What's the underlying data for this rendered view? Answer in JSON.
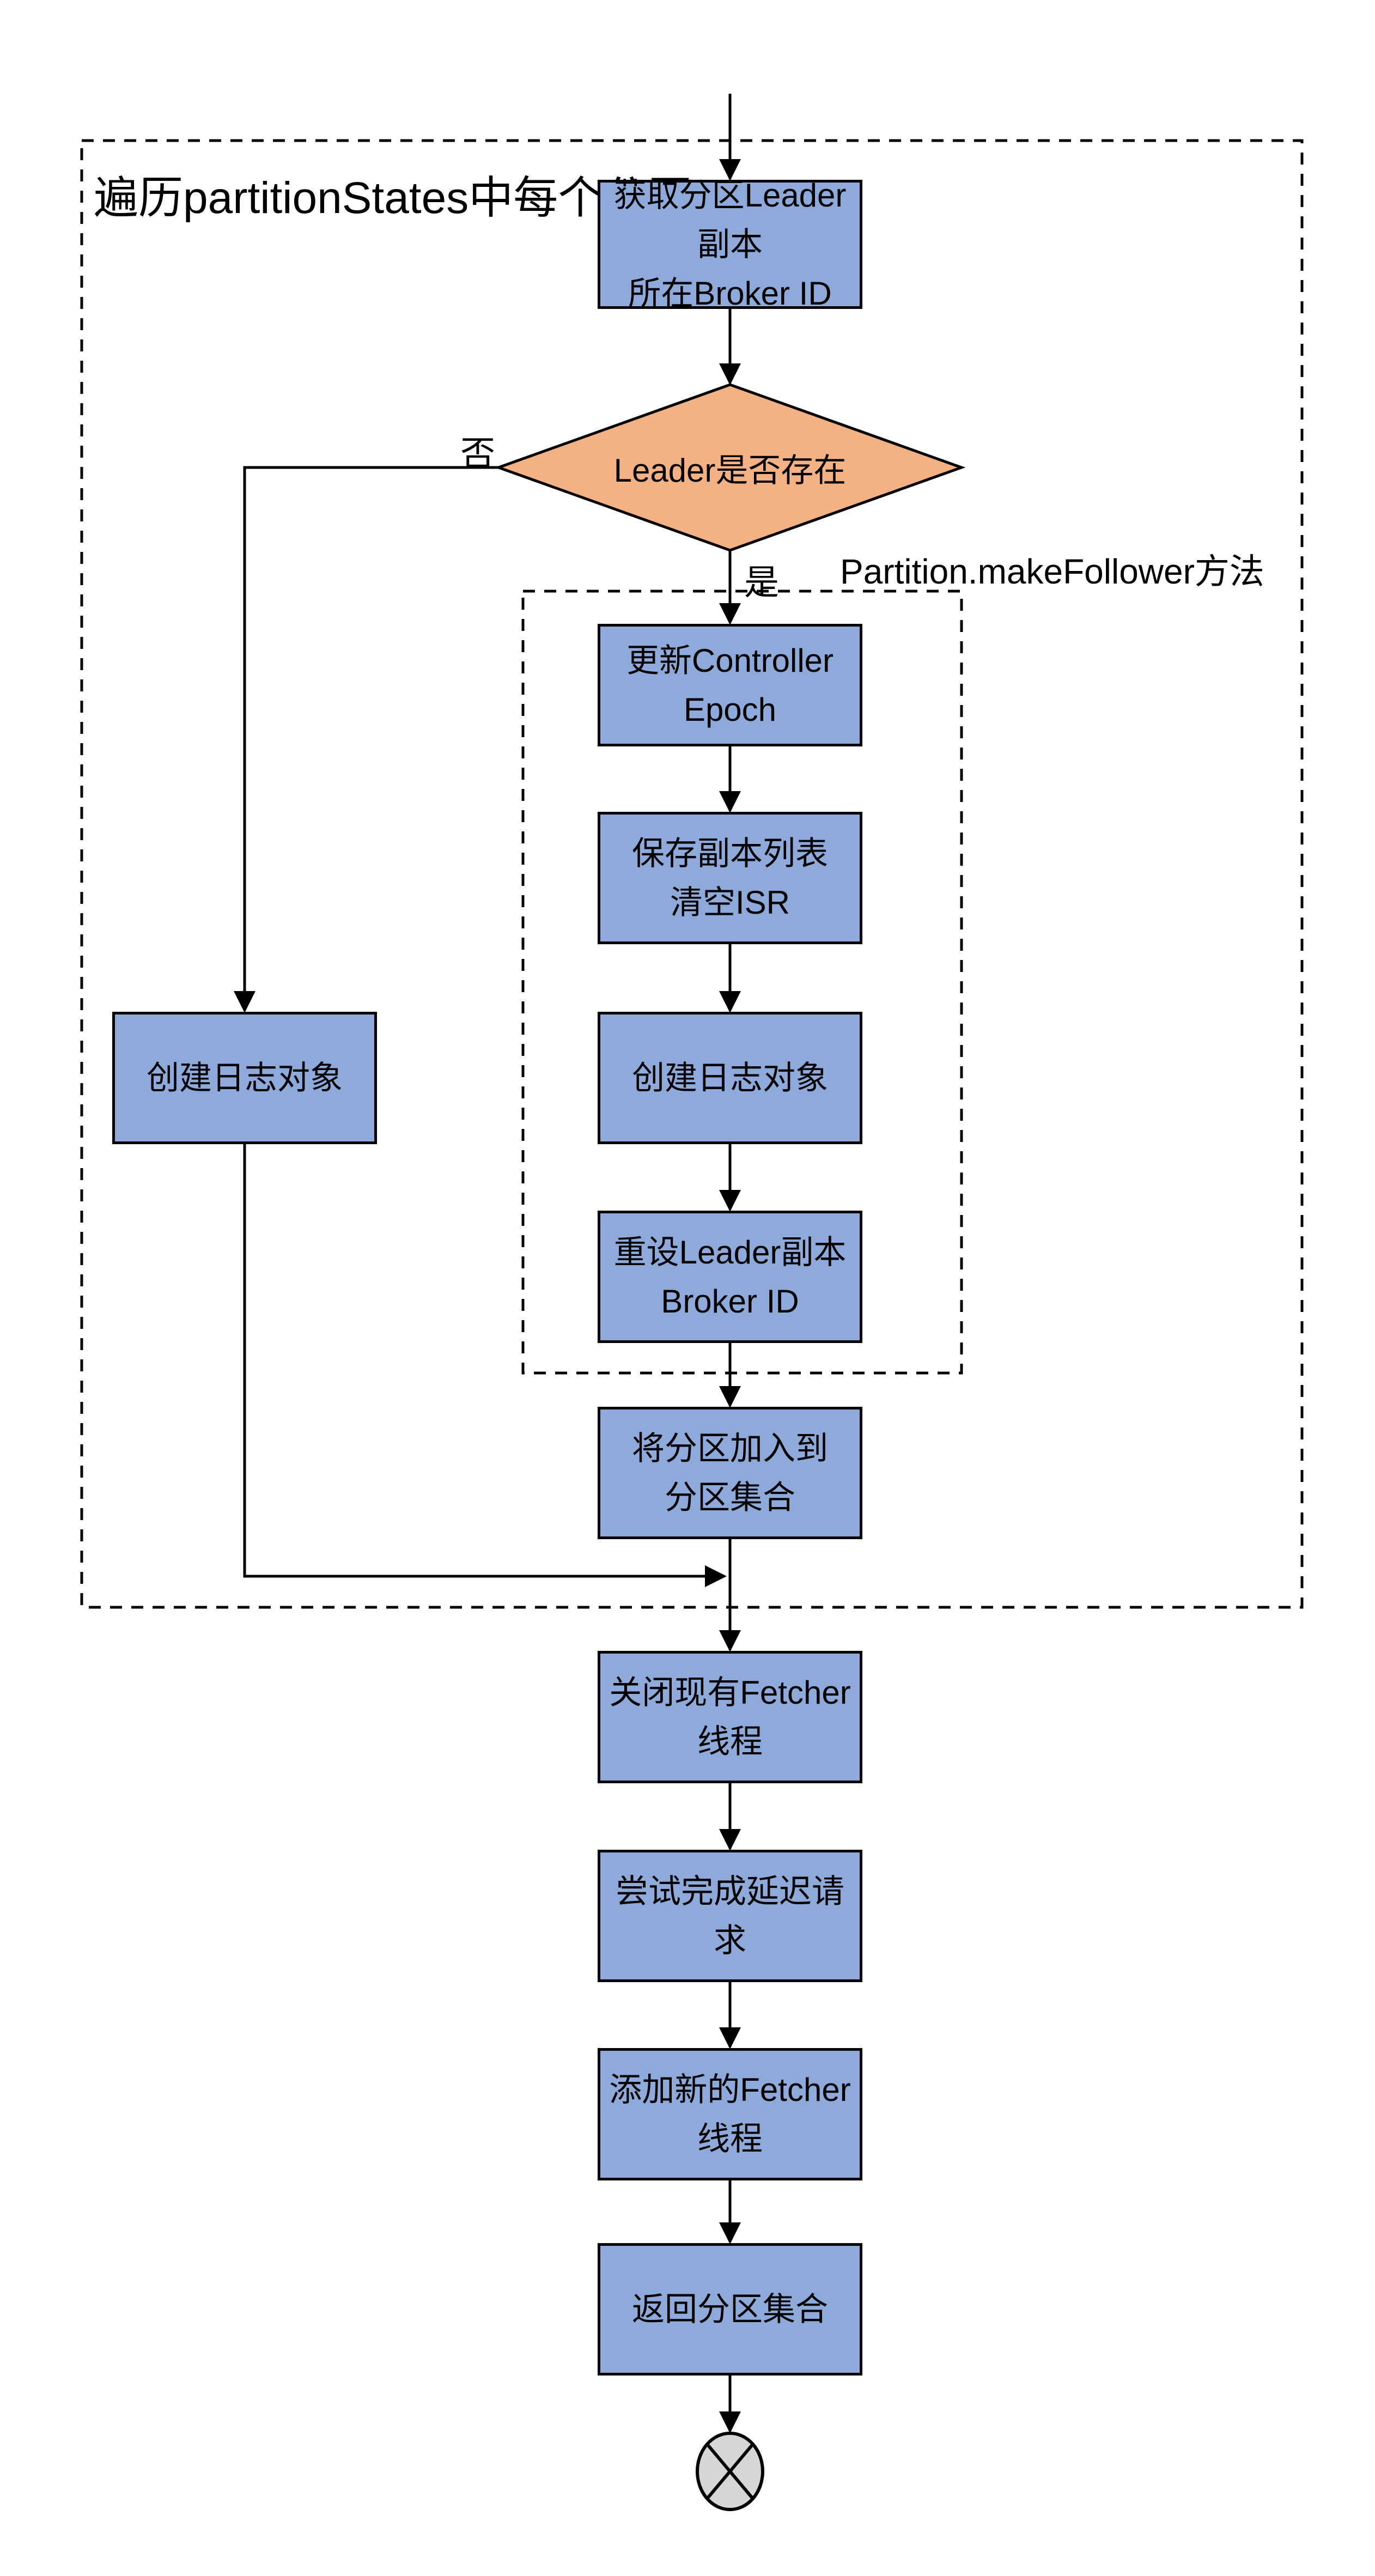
{
  "colors": {
    "process_fill": "#8EAADB",
    "decision_fill": "#F4B183",
    "terminal_fill": "#D6D6D6",
    "line_color": "#000000",
    "background": "#FFFFFF"
  },
  "groups": {
    "outer_label": "遍历partitionStates中每个分区",
    "inner_label": "Partition.makeFollower方法"
  },
  "branches": {
    "no_label": "否",
    "yes_label": "是"
  },
  "nodes": {
    "get_leader_broker_id": {
      "label": "获取分区Leader副本\n所在Broker ID"
    },
    "leader_exists_decision": {
      "label": "Leader是否存在"
    },
    "update_controller_epoch": {
      "label": "更新Controller Epoch"
    },
    "save_replica_list_clear_isr": {
      "label": "保存副本列表\n清空ISR"
    },
    "create_log_object_follower": {
      "label": "创建日志对象"
    },
    "reset_leader_broker_id": {
      "label": "重设Leader副本\nBroker ID"
    },
    "add_partition_to_set": {
      "label": "将分区加入到\n分区集合"
    },
    "create_log_object_no_leader": {
      "label": "创建日志对象"
    },
    "close_existing_fetchers": {
      "label": "关闭现有Fetcher线程"
    },
    "try_complete_delayed_requests": {
      "label": "尝试完成延迟请求"
    },
    "add_new_fetchers": {
      "label": "添加新的Fetcher线程"
    },
    "return_partition_set": {
      "label": "返回分区集合"
    }
  }
}
